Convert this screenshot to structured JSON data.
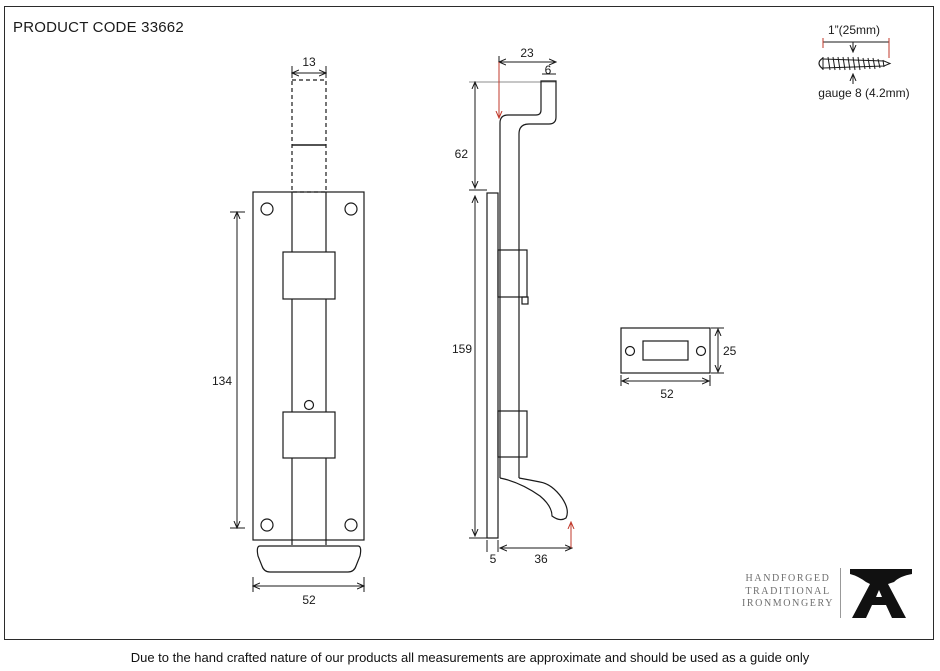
{
  "product_code": "PRODUCT CODE 33662",
  "dimensions": {
    "front_stud_width": "13",
    "front_height": "134",
    "front_width": "52",
    "side_throw": "23",
    "side_tip": "6",
    "side_extension": "62",
    "side_height": "159",
    "side_plate": "5",
    "side_depth": "36",
    "keep_height": "25",
    "keep_width": "52"
  },
  "screw": {
    "length": "1”(25mm)",
    "gauge": "gauge 8 (4.2mm)"
  },
  "brand": {
    "lines": [
      "HANDFORGED",
      "TRADITIONAL",
      "IRONMONGERY"
    ],
    "logo_letter": "A"
  },
  "footer": "Due to the hand crafted nature of our products all measurements are approximate and should be used as a guide only",
  "colors": {
    "line": "#1a1a1a",
    "accent": "#c0392b",
    "brand_grey": "#6f6f6f"
  }
}
